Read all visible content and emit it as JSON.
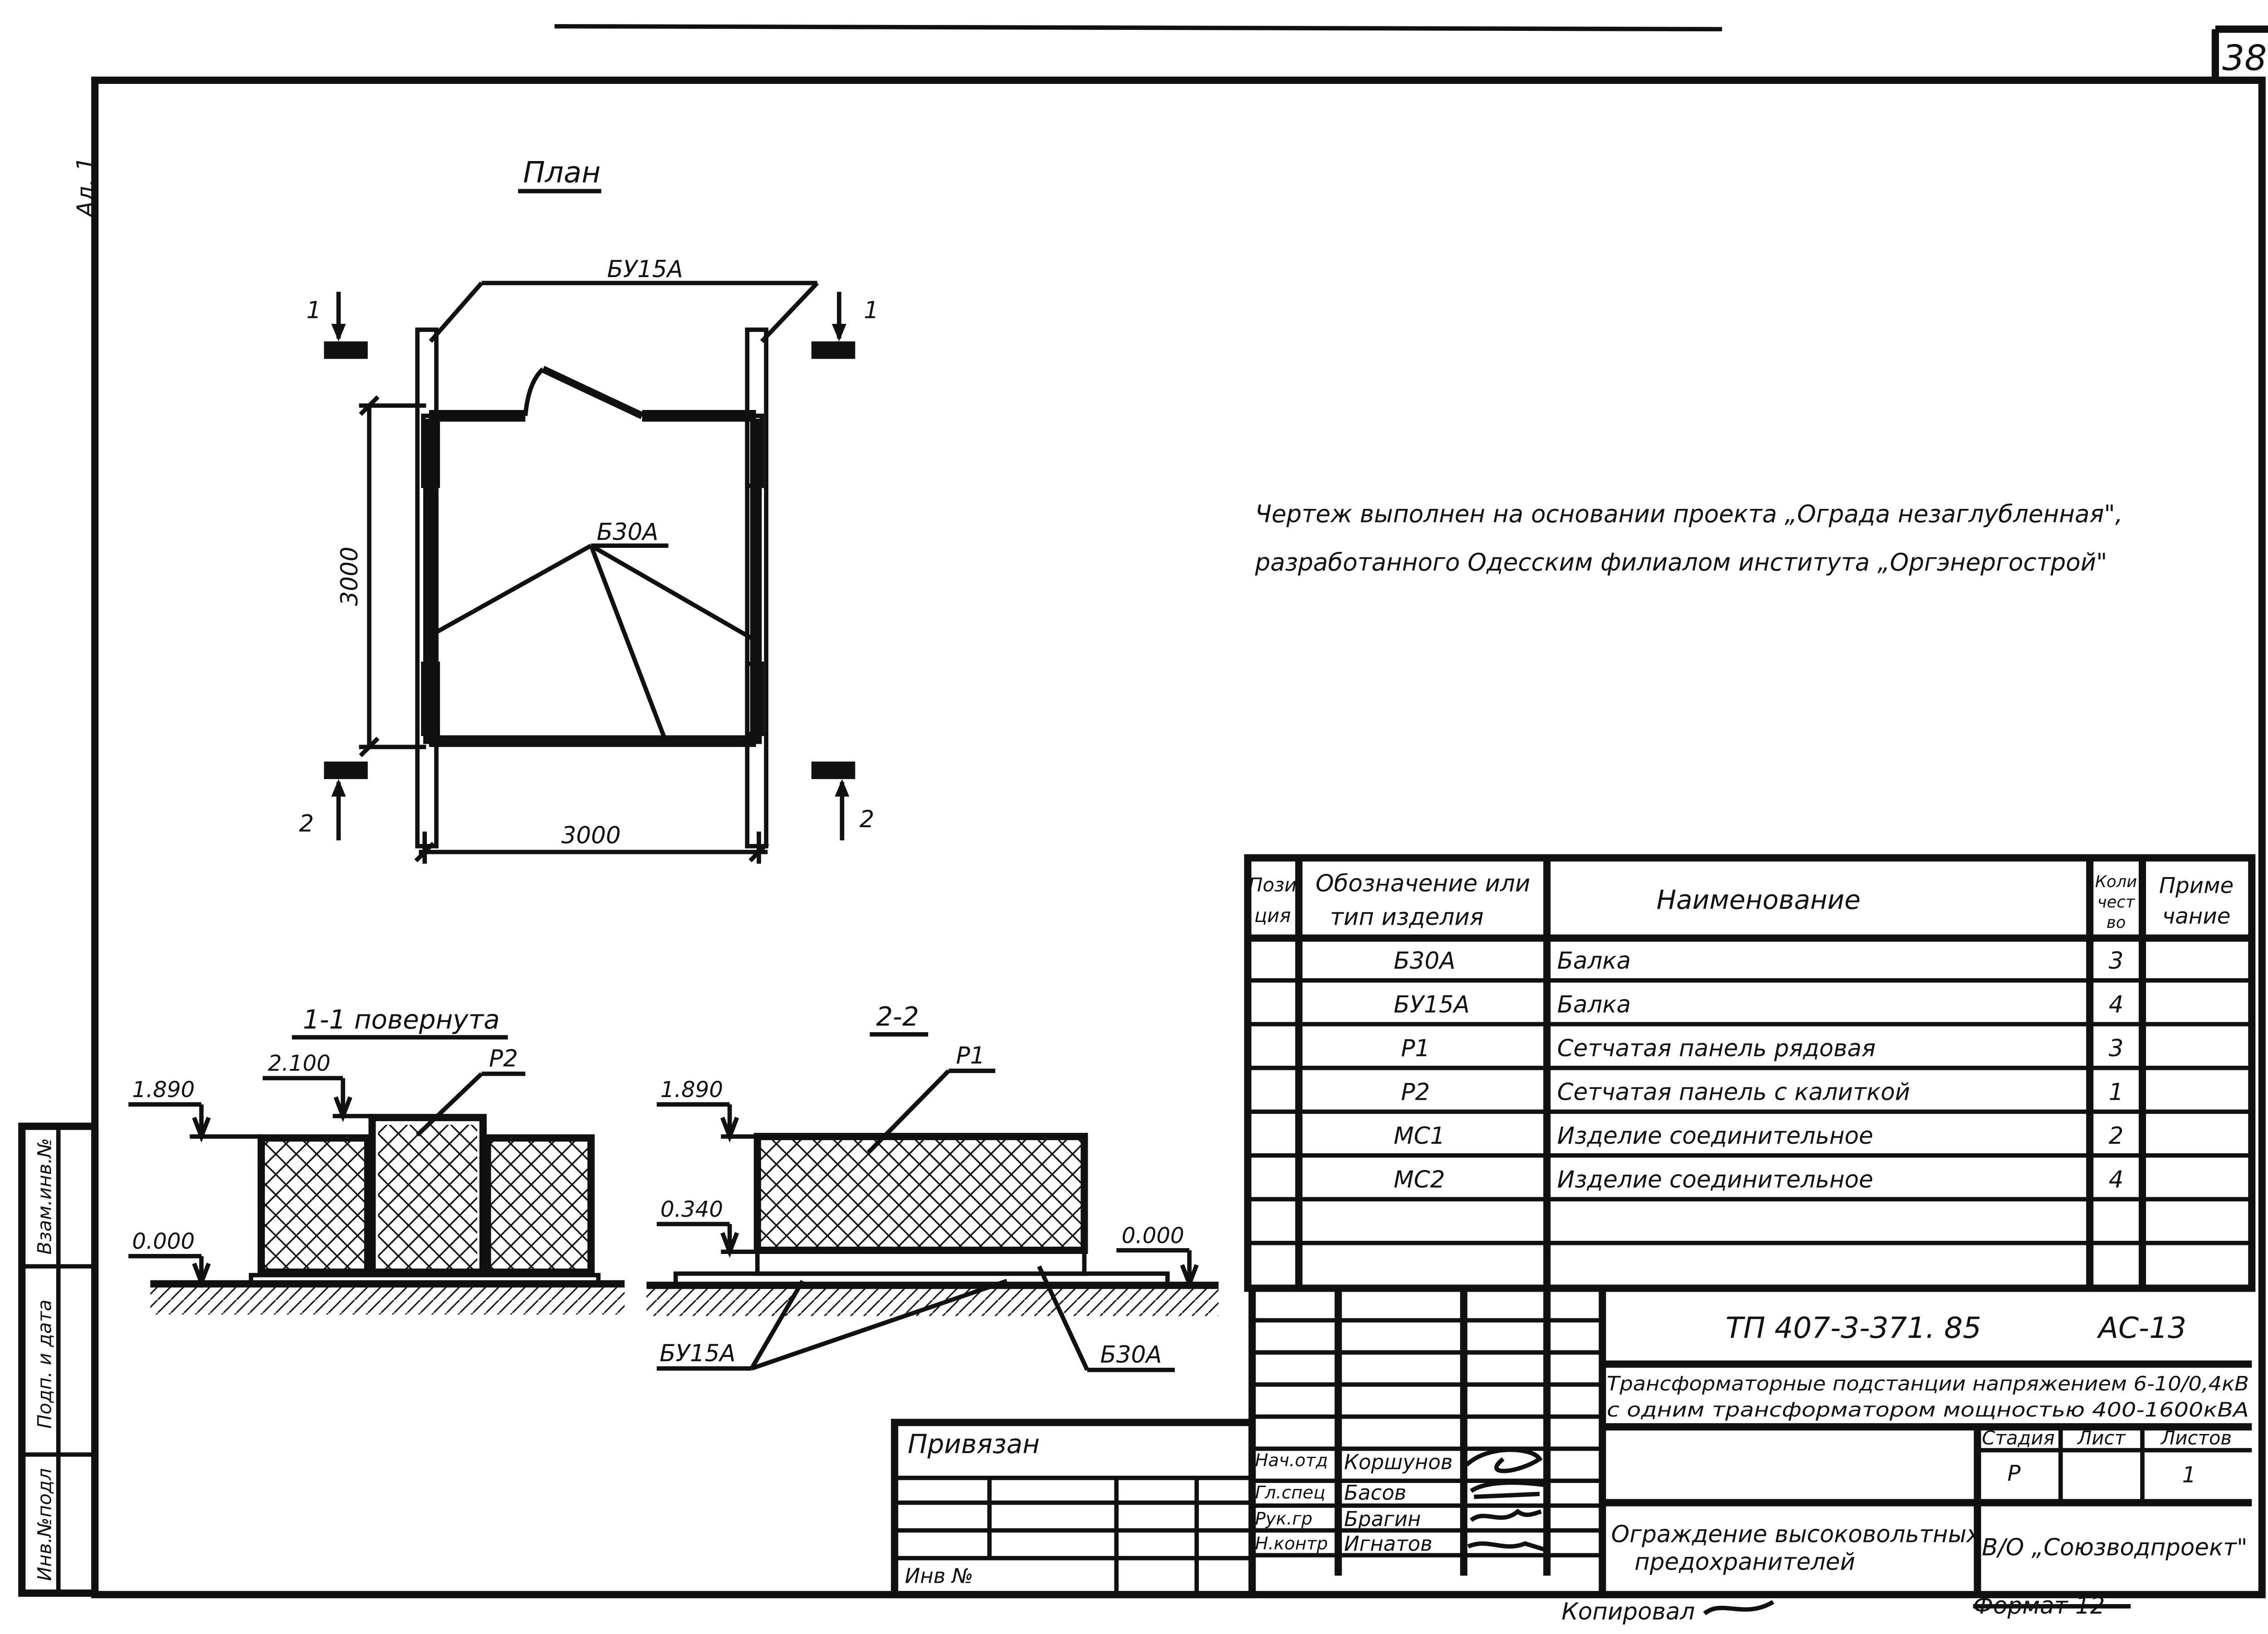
{
  "sheet_number": "38",
  "corner_label": "Ал. 1",
  "plan": {
    "title": "План",
    "label_bu": "БУ15А",
    "label_b30": "Б30А",
    "dim_vertical": "3000",
    "dim_horizontal": "3000",
    "sect1": "1",
    "sect2": "2"
  },
  "note": {
    "line1": "Чертеж выполнен на основании проекта „Ограда незаглубленная\",",
    "line2": "разработанного Одесским филиалом института „Оргэнергострой\""
  },
  "section_1_1": {
    "title": "1-1 повернута",
    "level_top": "1.890",
    "level_gate": "2.100",
    "level_ground": "0.000",
    "panel_label": "Р2"
  },
  "section_2_2": {
    "title": "2-2",
    "level_top": "1.890",
    "level_beam": "0.340",
    "level_ground": "0.000",
    "panel_label": "Р1",
    "label_bu": "БУ15А",
    "label_b30": "Б30А"
  },
  "spec": {
    "headers": {
      "pos": [
        "Пози",
        "ция"
      ],
      "code": [
        "Обозначение или",
        "тип изделия"
      ],
      "name": "Наименование",
      "qty": [
        "Коли",
        "чест",
        "во"
      ],
      "note": [
        "Приме",
        "чание"
      ]
    },
    "rows": [
      {
        "code": "Б30А",
        "name": "Балка",
        "qty": "3"
      },
      {
        "code": "БУ15А",
        "name": "Балка",
        "qty": "4"
      },
      {
        "code": "Р1",
        "name": "Сетчатая панель рядовая",
        "qty": "3"
      },
      {
        "code": "Р2",
        "name": "Сетчатая панель с калиткой",
        "qty": "1"
      },
      {
        "code": "МС1",
        "name": "Изделие соединительное",
        "qty": "2"
      },
      {
        "code": "МС2",
        "name": "Изделие соединительное",
        "qty": "4"
      }
    ]
  },
  "title_block": {
    "doc_code": "ТП 407-3-371. 85",
    "doc_mark": "АС-13",
    "project_line1": "Трансформаторные подстанции напряжением 6-10/0,4кВ",
    "project_line2": "с одним трансформатором мощностью 400-1600кВА",
    "stage_header": "Стадия",
    "sheet_header": "Лист",
    "sheets_header": "Листов",
    "stage": "Р",
    "sheets": "1",
    "sheet_title1": "Ограждение высоковольтных",
    "sheet_title2": "предохранителей",
    "org": "В/О „Союзводпроект\"",
    "roles": [
      "Нач.отд",
      "Гл.спец",
      "Рук.гр",
      "Н.контр"
    ],
    "names": [
      "Коршунов",
      "Басов",
      "Брагин",
      "Игнатов"
    ],
    "privyazan": "Привязан",
    "inv": "Инв №",
    "copied": "Копировал",
    "format": "Формат 12"
  },
  "left_strip": [
    "Инв.№подл",
    "Подп. и дата",
    "Взам.инв.№"
  ]
}
